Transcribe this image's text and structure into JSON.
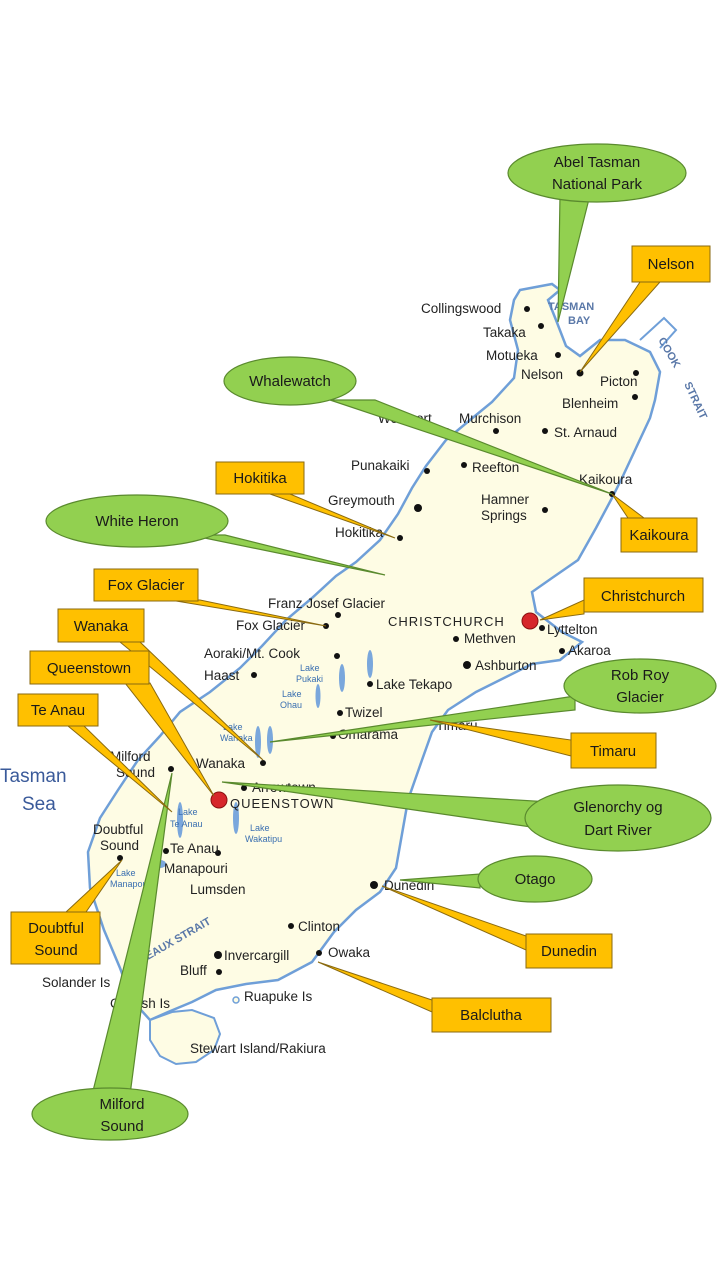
{
  "colors": {
    "land": "#fefce4",
    "coast": "#6f9fd8",
    "lake": "#7aa7dc",
    "green_callout": "#92d050",
    "orange_callout": "#ffc000"
  },
  "sea_labels": {
    "tasman_1": "Tasman",
    "tasman_2": "Sea",
    "tasman_bay_1": "TASMAN",
    "tasman_bay_2": "BAY",
    "cook_1": "COOK",
    "cook_2": "STRAIT",
    "foveaux": "EAUX STRAIT"
  },
  "places": {
    "collingswood": "Collingswood",
    "takaka": "Takaka",
    "motueka": "Motueka",
    "nelson": "Nelson",
    "picton": "Picton",
    "blenheim": "Blenheim",
    "westport": "Westport",
    "murchison": "Murchison",
    "st_arnaud": "St. Arnaud",
    "punakaiki": "Punakaiki",
    "reefton": "Reefton",
    "kaikoura": "Kaikoura",
    "greymouth": "Greymouth",
    "hamner_1": "Hamner",
    "hamner_2": "Springs",
    "hokitika": "Hokitika",
    "franz_josef": "Franz Josef Glacier",
    "fox_glacier": "Fox Glacier",
    "christchurch": "CHRISTCHURCH",
    "lyttelton": "Lyttelton",
    "methven": "Methven",
    "aoraki": "Aoraki/Mt. Cook",
    "akaroa": "Akaroa",
    "ashburton": "Ashburton",
    "haast": "Haast",
    "lake_tekapo": "Lake Tekapo",
    "twizel": "Twizel",
    "omarama": "Omarama",
    "timaru": "Timaru",
    "milford_1": "Milford",
    "milford_2": "Sound",
    "wanaka": "Wanaka",
    "arrowtown": "Arrowtown",
    "queenstown": "QUEENSTOWN",
    "doubtful_1": "Doubtful",
    "doubtful_2": "Sound",
    "te_anau": "Te Anau",
    "manapouri": "Manapouri",
    "lumsden": "Lumsden",
    "dunedin": "Dunedin",
    "clinton": "Clinton",
    "invercargill": "Invercargill",
    "owaka": "Owaka",
    "bluff": "Bluff",
    "solander": "Solander Is",
    "codfish": "Codfish Is",
    "ruapuke": "Ruapuke Is",
    "stewart": "Stewart Island/Rakiura"
  },
  "lakes": {
    "pukaki_1": "Lake",
    "pukaki_2": "Pukaki",
    "ohau_1": "Lake",
    "ohau_2": "Ohau",
    "wanaka_1": "Lake",
    "wanaka_2": "Wanaka",
    "te_anau_1": "Lake",
    "te_anau_2": "Te Anau",
    "wakatipu_1": "Lake",
    "wakatipu_2": "Wakatipu",
    "manapouri_1": "Lake",
    "manapouri_2": "Manapouri"
  },
  "callouts": {
    "abel_tasman_1": "Abel Tasman",
    "abel_tasman_2": "National Park",
    "nelson": "Nelson",
    "whalewatch": "Whalewatch",
    "hokitika": "Hokitika",
    "kaikoura": "Kaikoura",
    "white_heron": "White Heron",
    "fox_glacier": "Fox Glacier",
    "christchurch": "Christchurch",
    "wanaka": "Wanaka",
    "queenstown": "Queenstown",
    "rob_roy_1": "Rob Roy",
    "rob_roy_2": "Glacier",
    "te_anau": "Te Anau",
    "timaru": "Timaru",
    "glenorchy_1": "Glenorchy og",
    "glenorchy_2": "Dart River",
    "otago": "Otago",
    "doubtful_1": "Doubtful",
    "doubtful_2": "Sound",
    "dunedin": "Dunedin",
    "balclutha": "Balclutha",
    "milford_1": "Milford",
    "milford_2": "Sound"
  }
}
